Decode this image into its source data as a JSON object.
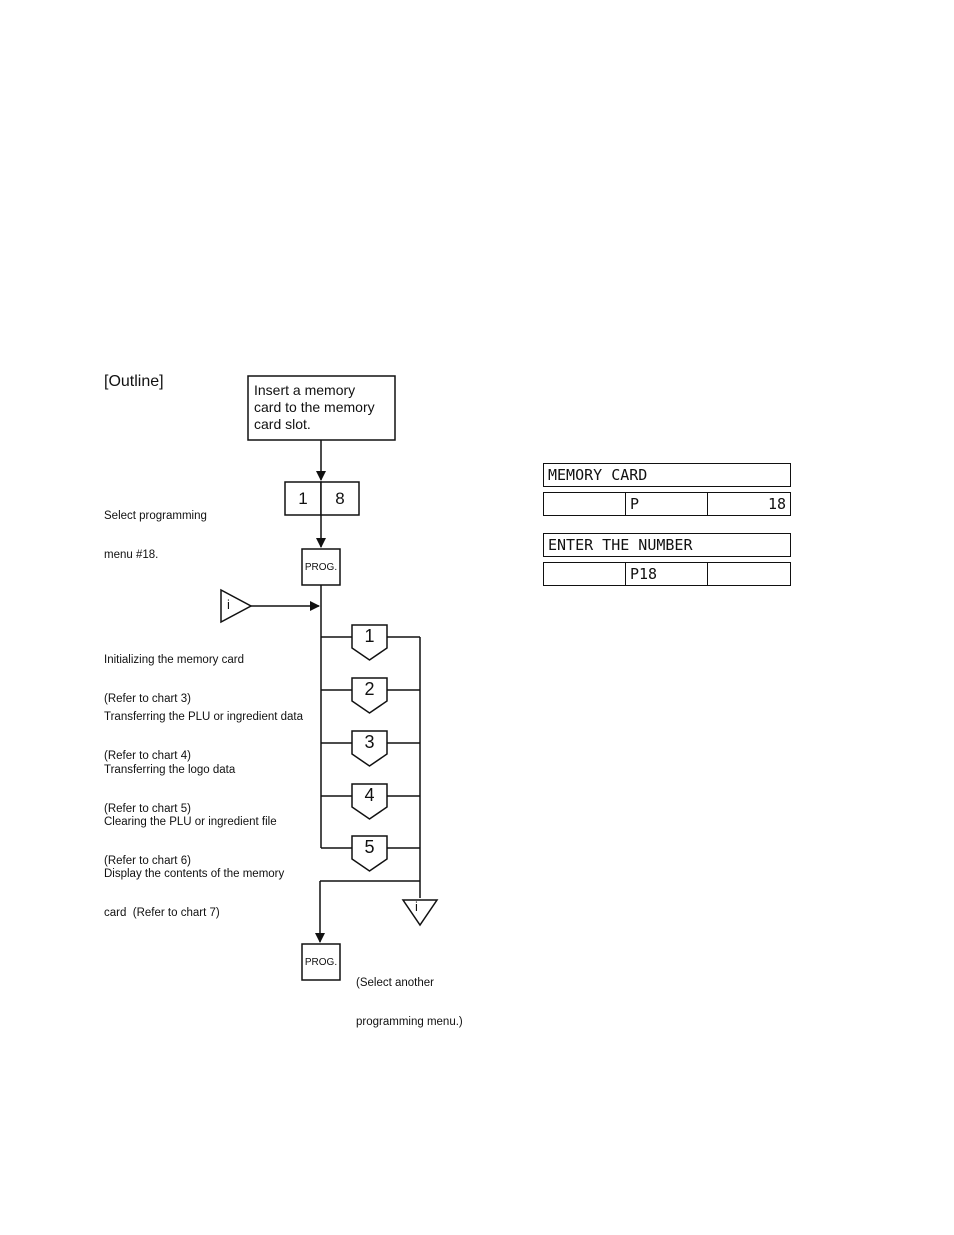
{
  "outline_title": "[Outline]",
  "start_box": [
    "Insert a memory",
    "card to the memory",
    "card slot."
  ],
  "select_label": [
    "Select programming",
    "menu #18."
  ],
  "keys": {
    "first": "1",
    "second": "8"
  },
  "prog_key": "PROG.",
  "connector": "i",
  "options": [
    {
      "number": "1",
      "label": [
        "Initializing the memory card",
        "(Refer to chart 3)"
      ]
    },
    {
      "number": "2",
      "label": [
        "Transferring the PLU or ingredient data",
        "(Refer to chart 4)"
      ]
    },
    {
      "number": "3",
      "label": [
        "Transferring the logo data",
        "(Refer to chart 5)"
      ]
    },
    {
      "number": "4",
      "label": [
        "Clearing the PLU or ingredient file",
        "(Refer to chart 6)"
      ]
    },
    {
      "number": "5",
      "label": [
        "Display the contents of the memory",
        "card  (Refer to chart 7)"
      ]
    }
  ],
  "final_note": [
    "(Select another",
    "programming menu.)"
  ],
  "lcd": [
    {
      "title": "MEMORY CARD",
      "cells": [
        "",
        "P",
        "18"
      ]
    },
    {
      "title": "ENTER THE NUMBER",
      "cells": [
        "",
        "P18",
        ""
      ]
    }
  ]
}
